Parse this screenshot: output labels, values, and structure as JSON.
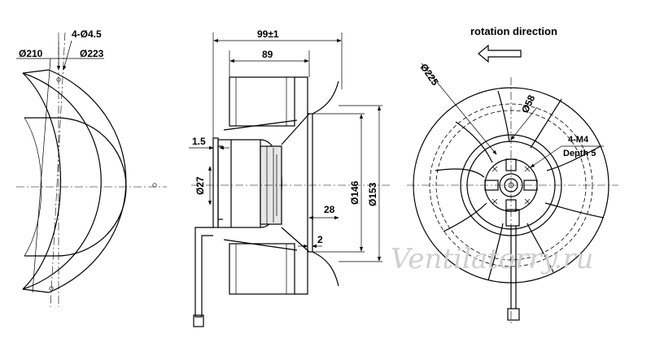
{
  "diagram": {
    "left_view": {
      "dims": {
        "d210": "Ø210",
        "holes": "4-Ø4.5",
        "d223": "Ø223"
      }
    },
    "side_view": {
      "dims": {
        "overall_width": "99±1",
        "body_width": "89",
        "flange": "1.5",
        "shaft": "Ø27",
        "inlet_depth": "28",
        "gap": "2",
        "d146": "Ø146",
        "d153": "Ø153"
      }
    },
    "front_view": {
      "title": "rotation direction",
      "dims": {
        "d225": "Ø225",
        "d58": "Ø58",
        "thread": "4-M4",
        "depth": "Depth 5"
      }
    },
    "watermark": "Ventilatorry.ru"
  }
}
